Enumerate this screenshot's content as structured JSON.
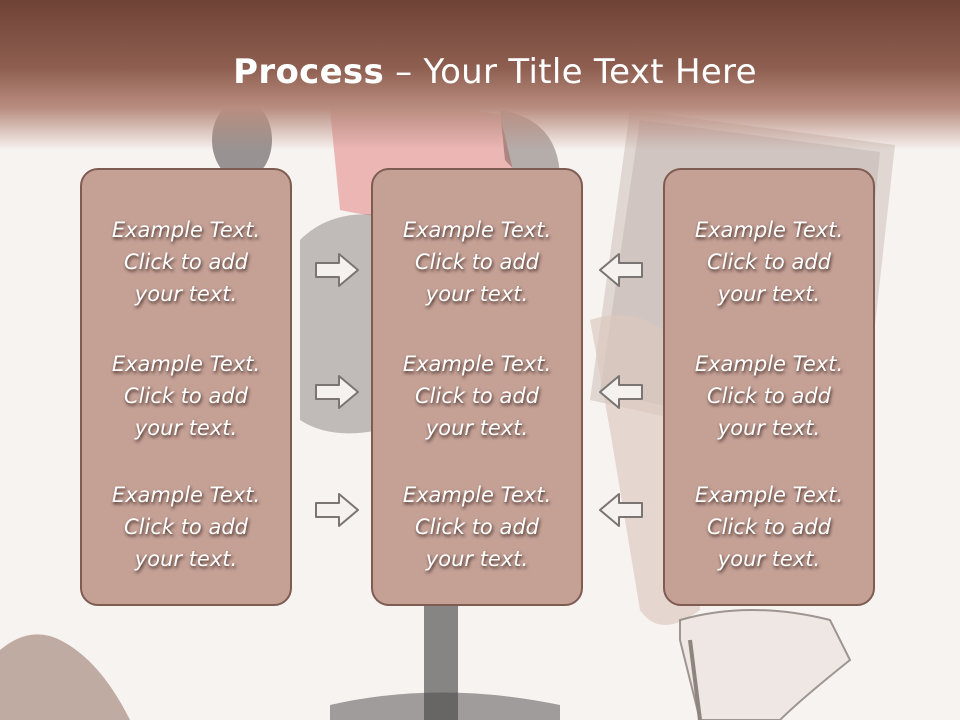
{
  "slide": {
    "title_bold": "Process",
    "title_dash": " – ",
    "title_rest": "Your Title Text Here"
  },
  "columns": [
    {
      "items": [
        {
          "l1": "Example Text.",
          "l2": "Click  to add",
          "l3": "your text."
        },
        {
          "l1": "Example Text.",
          "l2": "Click  to add",
          "l3": "your text."
        },
        {
          "l1": "Example Text.",
          "l2": "Click  to add",
          "l3": "your text."
        }
      ]
    },
    {
      "items": [
        {
          "l1": "Example Text.",
          "l2": "Click  to add",
          "l3": "your text."
        },
        {
          "l1": "Example Text.",
          "l2": "Click  to add",
          "l3": "your text."
        },
        {
          "l1": "Example Text.",
          "l2": "Click  to add",
          "l3": "your text."
        }
      ]
    },
    {
      "items": [
        {
          "l1": "Example Text.",
          "l2": "Click  to add",
          "l3": "your text."
        },
        {
          "l1": "Example Text.",
          "l2": "Click  to add",
          "l3": "your text."
        },
        {
          "l1": "Example Text.",
          "l2": "Click  to add",
          "l3": "your text."
        }
      ]
    }
  ],
  "arrows": {
    "left_group": "right-arrow-icon",
    "right_group": "left-arrow-icon"
  },
  "colors": {
    "header": "#8e5f51",
    "box_fill": "#c4a095",
    "box_border": "#7f5c52",
    "text": "#ffffff"
  }
}
